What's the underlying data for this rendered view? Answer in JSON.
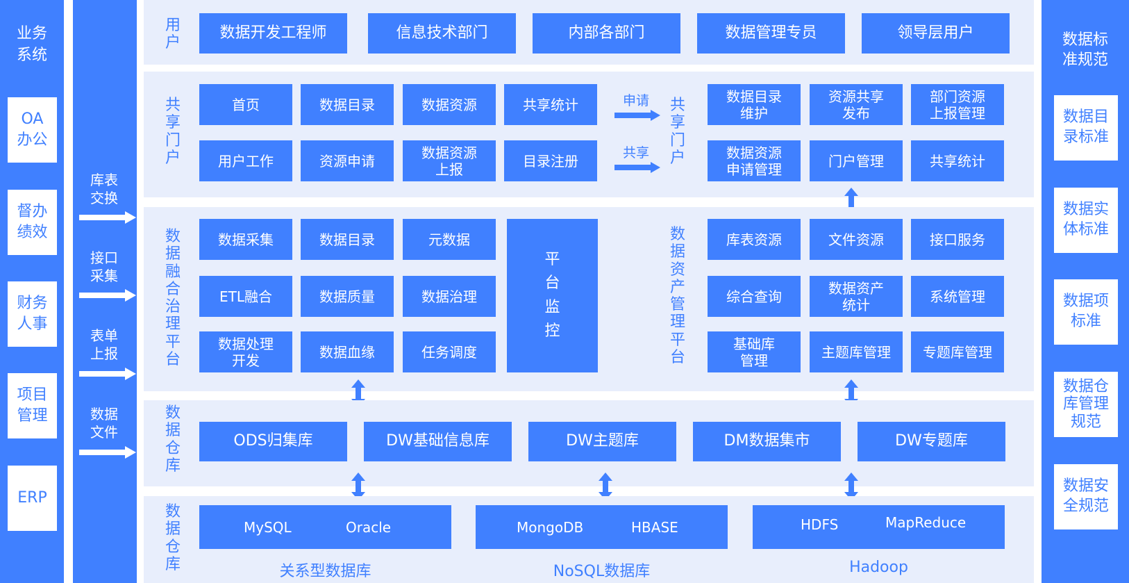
{
  "left_column": {
    "title": "业务\n系统",
    "items": [
      "OA\n办公",
      "督办\n绩效",
      "财务\n人事",
      "项目\n管理",
      "ERP"
    ]
  },
  "exchange_column": {
    "items": [
      "库表\n交换",
      "接口\n采集",
      "表单\n上报",
      "数据\n文件"
    ]
  },
  "users": {
    "label": "用户",
    "items": [
      "数据开发工程师",
      "信息技术部门",
      "内部各部门",
      "数据管理专员",
      "领导层用户"
    ]
  },
  "sharing_portal": {
    "label": "共享门户",
    "left_items": [
      "首页",
      "数据目录",
      "数据资源",
      "共享统计",
      "用户工作",
      "资源申请",
      "数据资源\n上报",
      "目录注册"
    ],
    "arrows": [
      "申请",
      "共享"
    ],
    "right_label": "共享门户",
    "right_items": [
      "数据目录\n维护",
      "资源共享\n发布",
      "部门资源\n上报管理",
      "数据资源\n申请管理",
      "门户管理",
      "共享统计"
    ]
  },
  "fusion_platform": {
    "label": "数据融合治理平台",
    "items": [
      "数据采集",
      "数据目录",
      "元数据",
      "ETL融合",
      "数据质量",
      "数据治理",
      "数据处理\n开发",
      "数据血缘",
      "任务调度"
    ],
    "monitor": "平台监控"
  },
  "asset_platform": {
    "label": "数据资产管理平台",
    "items": [
      "库表资源",
      "文件资源",
      "接口服务",
      "综合查询",
      "数据资产\n统计",
      "系统管理",
      "基础库\n管理",
      "主题库管理",
      "专题库管理"
    ]
  },
  "warehouse": {
    "label": "数据仓库",
    "items": [
      "ODS归集库",
      "DW基础信息库",
      "DW主题库",
      "DM数据集市",
      "DW专题库"
    ]
  },
  "storage": {
    "label": "数据仓库",
    "groups": [
      {
        "items": [
          "MySQL",
          "Oracle"
        ],
        "caption": "关系型数据库"
      },
      {
        "items": [
          "MongoDB",
          "HBASE"
        ],
        "caption": "NoSQL数据库"
      },
      {
        "items": [
          "HDFS",
          "MapReduce"
        ],
        "caption": "Hadoop"
      }
    ]
  },
  "right_column": {
    "title": "数据标\n准规范",
    "items": [
      "数据目\n录标准",
      "数据实\n体标准",
      "数据项\n标准",
      "数据仓\n库管理\n规范",
      "数据安\n全规范"
    ]
  },
  "colors": {
    "primary": "#4080ff",
    "panel": "#e8eefc",
    "white": "#ffffff"
  }
}
